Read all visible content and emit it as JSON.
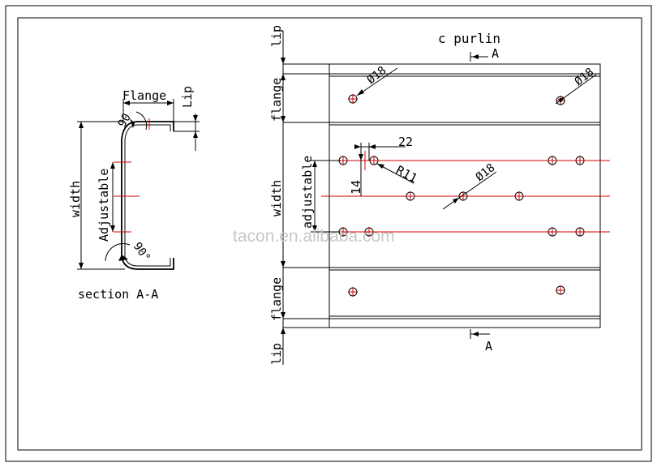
{
  "drawing": {
    "title": "c purlin",
    "section_label": "section A-A",
    "section_marker": "A",
    "watermark": "tacon.en.alibaba.com",
    "colors": {
      "line": "#000000",
      "center_line": "#d40000",
      "watermark": "#c8c8c8"
    }
  },
  "section_view": {
    "flange": "Flange",
    "lip": "Lip",
    "width": "width",
    "adjustable": "Adjustable",
    "angle_top": "90",
    "angle_bottom": "90°"
  },
  "plan_view": {
    "lip_top": "lip",
    "flange_top": "flange",
    "width": "width",
    "adjustable": "adjustable",
    "flange_bottom": "flange",
    "lip_bottom": "lip",
    "hole_dia_left": "Ø18",
    "hole_dia_right": "Ø18",
    "hole_dia_center": "Ø18",
    "dim_22": "22",
    "dim_14": "14",
    "radius": "R11"
  }
}
